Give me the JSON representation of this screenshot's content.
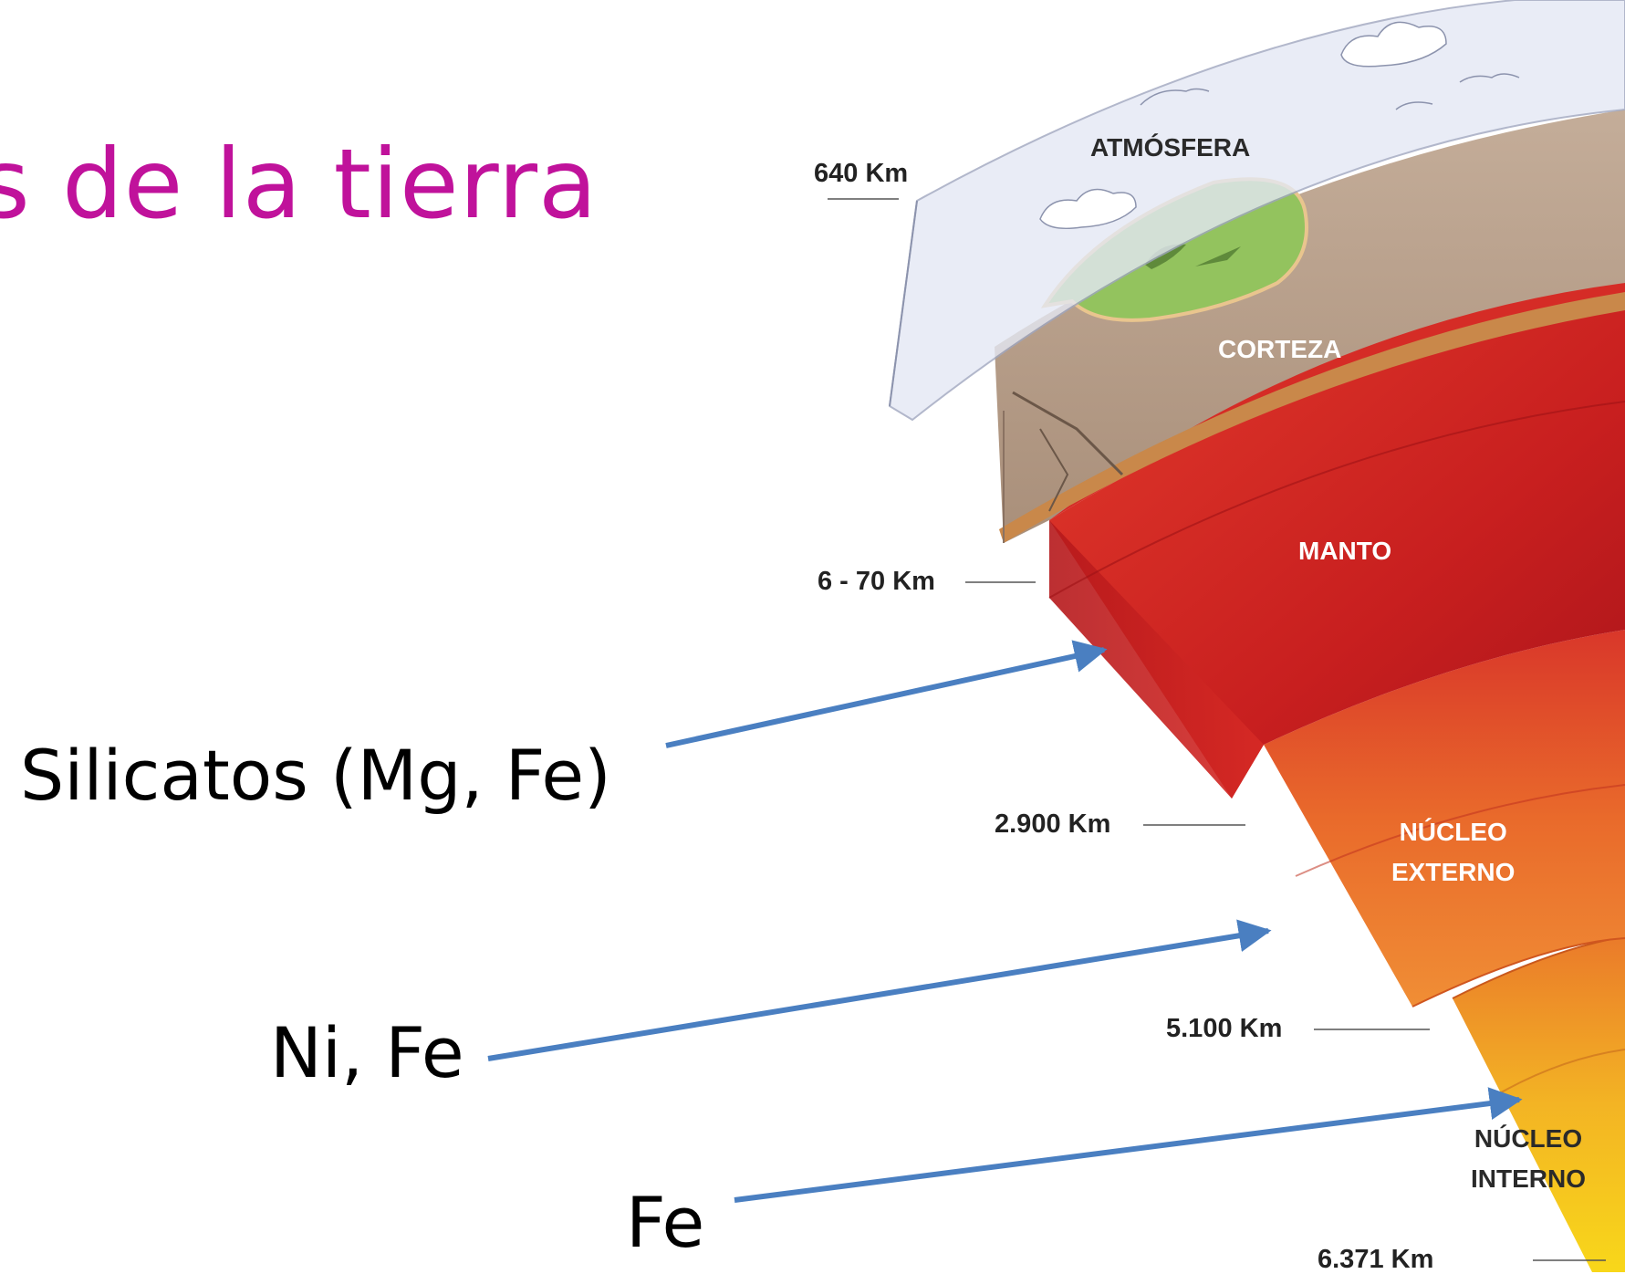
{
  "title": "s de la tierra",
  "minerals": {
    "mantle": "Silicatos (Mg, Fe)",
    "outer_core": "Ni, Fe",
    "inner_core": "Fe"
  },
  "layers": {
    "atmosphere": "ATMÓSFERA",
    "crust": "CORTEZA",
    "mantle": "MANTO",
    "outer_core": [
      "NÚCLEO",
      "EXTERNO"
    ],
    "inner_core": [
      "NÚCLEO",
      "INTERNO"
    ]
  },
  "depths": {
    "atmosphere": "640 Km",
    "crust": "6 - 70 Km",
    "mantle": "2.900 Km",
    "outer_core": "5.100 Km",
    "center": "6.371 Km"
  },
  "colors": {
    "title": "#c0129b",
    "arrow": "#4a7fc1",
    "mantle": "#d42a26",
    "outer_core": "#e8602a",
    "inner_core": "#f2c21c",
    "crust": "#b8a08e",
    "land": "#93c35e"
  }
}
